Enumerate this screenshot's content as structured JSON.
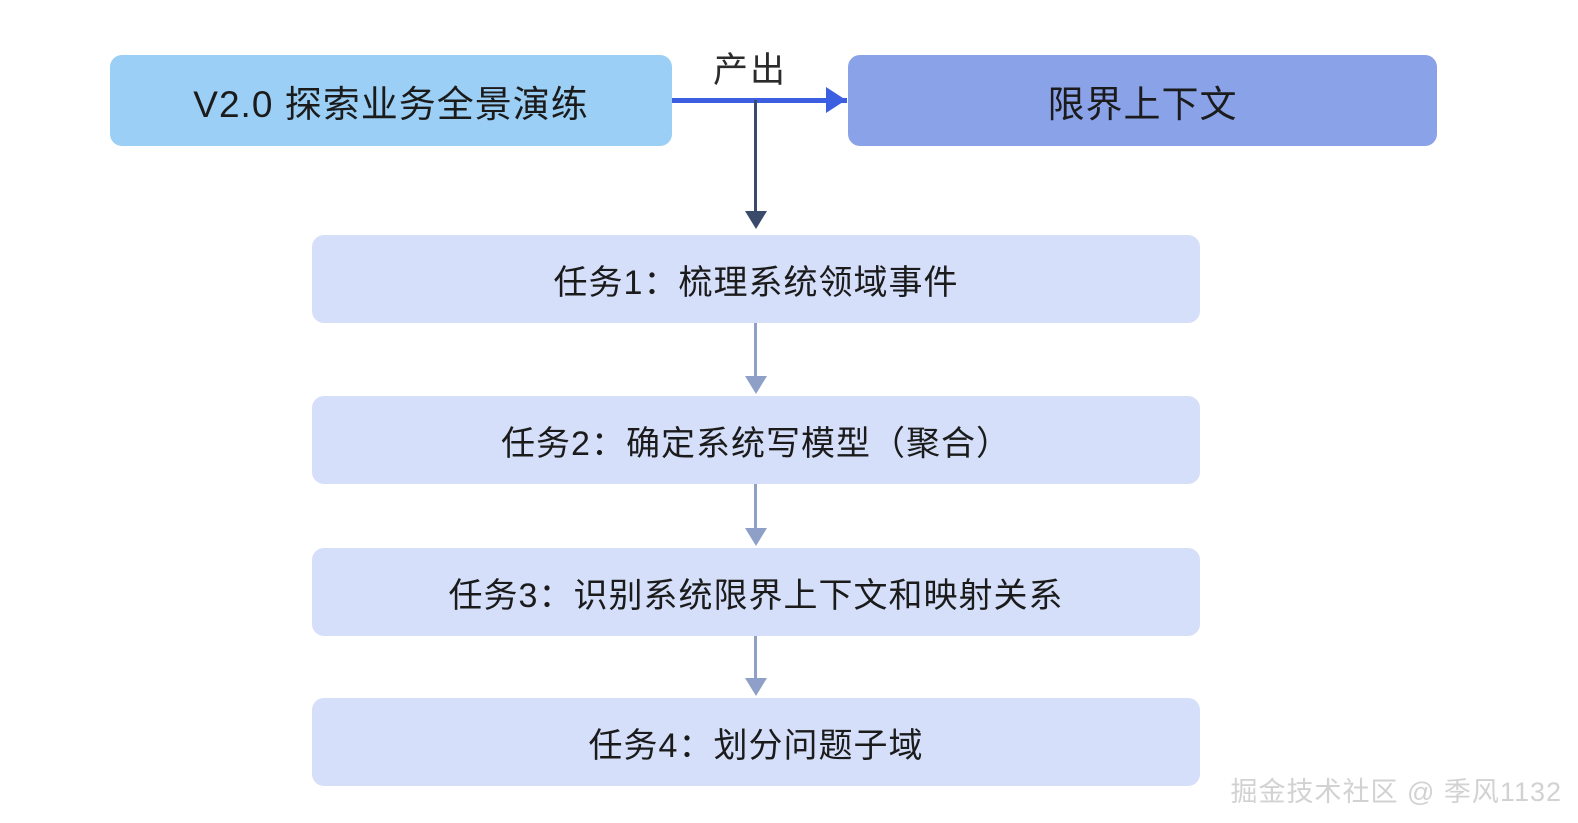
{
  "diagram": {
    "title_node": {
      "label": "V2.0 探索业务全景演练",
      "color": "#9BCFF5"
    },
    "output_node": {
      "label": "限界上下文",
      "color": "#8AA2E8"
    },
    "edge_label": "产出",
    "edge_colors": {
      "horizontal_arrow": "#3B5FE0",
      "first_vertical_arrow": "#3A4A6B",
      "task_vertical_arrow": "#8FA0C8"
    },
    "task_color": "#D6DFFA",
    "tasks": [
      {
        "label": "任务1：梳理系统领域事件"
      },
      {
        "label": "任务2：确定系统写模型（聚合）"
      },
      {
        "label": "任务3：识别系统限界上下文和映射关系"
      },
      {
        "label": "任务4：划分问题子域"
      }
    ]
  },
  "watermark": {
    "text": "掘金技术社区 @ 季风1132"
  }
}
